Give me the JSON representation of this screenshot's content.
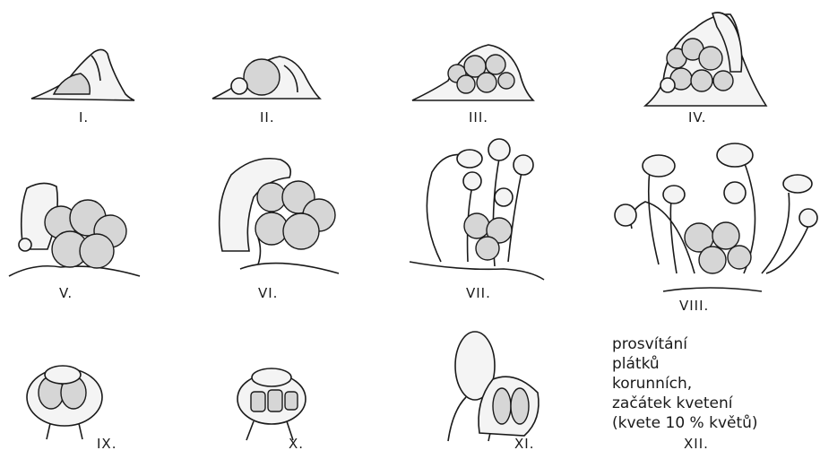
{
  "stages": [
    {
      "id": "1",
      "label": "I."
    },
    {
      "id": "2",
      "label": "II."
    },
    {
      "id": "3",
      "label": "III."
    },
    {
      "id": "4",
      "label": "IV."
    },
    {
      "id": "5",
      "label": "V."
    },
    {
      "id": "6",
      "label": "VI."
    },
    {
      "id": "7",
      "label": "VII."
    },
    {
      "id": "8",
      "label": "VIII."
    },
    {
      "id": "9",
      "label": "IX."
    },
    {
      "id": "10",
      "label": "X."
    },
    {
      "id": "11",
      "label": "XI."
    },
    {
      "id": "12",
      "label": "XII."
    }
  ],
  "note": {
    "lines": [
      "prosvítání",
      "plátků",
      "korunních,",
      "začátek kvetení",
      "(kvete 10 % květů)"
    ]
  }
}
